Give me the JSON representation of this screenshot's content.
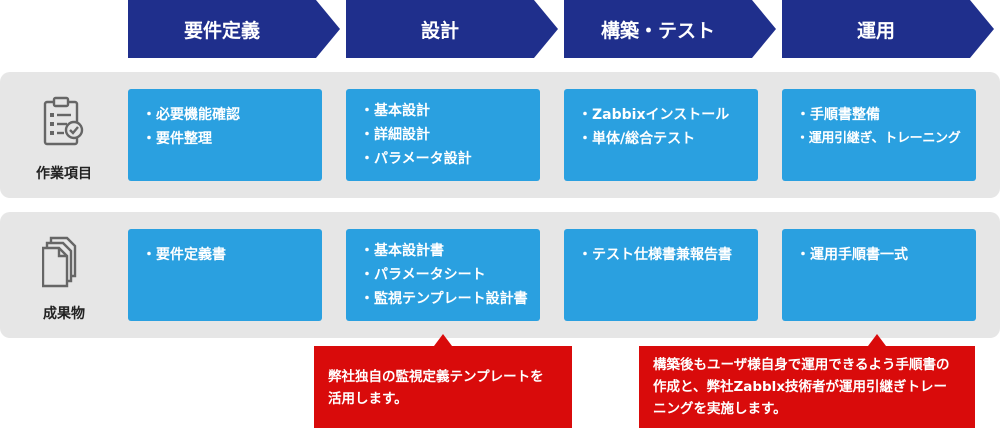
{
  "phases": [
    {
      "label": "要件定義"
    },
    {
      "label": "設計"
    },
    {
      "label": "構築・テスト"
    },
    {
      "label": "運用"
    }
  ],
  "rows": {
    "tasks": {
      "label": "作業項目",
      "icon": "clipboard-checklist-icon",
      "cells": [
        {
          "items": [
            "必要機能確認",
            "要件整理"
          ]
        },
        {
          "items": [
            "基本設計",
            "詳細設計",
            "パラメータ設計"
          ]
        },
        {
          "items": [
            "Zabbixインストール",
            "単体/総合テスト"
          ]
        },
        {
          "items": [
            "手順書整備",
            "運用引継ぎ、トレーニング"
          ]
        }
      ]
    },
    "deliverables": {
      "label": "成果物",
      "icon": "documents-stack-icon",
      "cells": [
        {
          "items": [
            "要件定義書"
          ]
        },
        {
          "items": [
            "基本設計書",
            "パラメータシート",
            "監視テンプレート設計書"
          ]
        },
        {
          "items": [
            "テスト仕様書兼報告書"
          ]
        },
        {
          "items": [
            "運用手順書一式"
          ]
        }
      ]
    }
  },
  "callouts": [
    {
      "lines": [
        "弊社独自の監視定義テンプレートを",
        "活用します。"
      ]
    },
    {
      "lines": [
        "構築後もユーザ様自身で運用できるよう手順書の",
        "作成と、弊社Zabblx技術者が運用引継ぎトレー",
        "ニングを実施します。"
      ]
    }
  ],
  "colors": {
    "phase_arrow": "#1f2f8c",
    "cell_box": "#2aa0e0",
    "row_band": "#e6e6e6",
    "callout": "#d90b0b"
  }
}
